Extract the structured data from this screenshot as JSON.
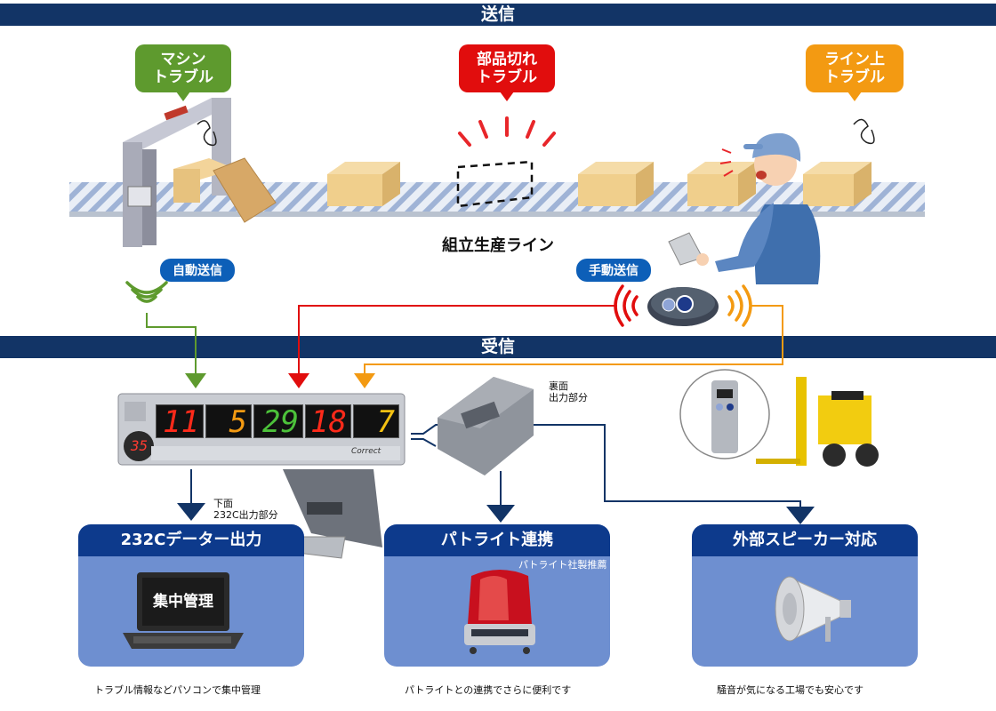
{
  "header_send": "送信",
  "header_receive": "受信",
  "bubbles": {
    "machine": "マシン\nトラブル",
    "parts": "部品切れ\nトラブル",
    "line": "ライン上\nトラブル"
  },
  "line_label": "組立生産ライン",
  "auto_send": "自動送信",
  "manual_send": "手動送信",
  "display": {
    "small": "35",
    "d1": "11",
    "d2": "5",
    "d3": "29",
    "d4": "18",
    "d5": "7",
    "brand": "Correct"
  },
  "labels": {
    "back_output": "裏面\n出力部分",
    "bottom_output": "下面\n232C出力部分"
  },
  "panels": [
    {
      "title": "232Cデーター出力",
      "screen": "集中管理",
      "caption": "トラブル情報などパソコンで集中管理"
    },
    {
      "title": "パトライト連携",
      "note": "パトライト社製推薦",
      "caption": "パトライトとの連携でさらに便利です"
    },
    {
      "title": "外部スピーカー対応",
      "caption": "騒音が気になる工場でも安心です"
    }
  ],
  "colors": {
    "navy": "#123466",
    "green": "#5e9a2e",
    "red": "#e10d0d",
    "orange": "#f39a12",
    "blue": "#0d3a8c"
  }
}
